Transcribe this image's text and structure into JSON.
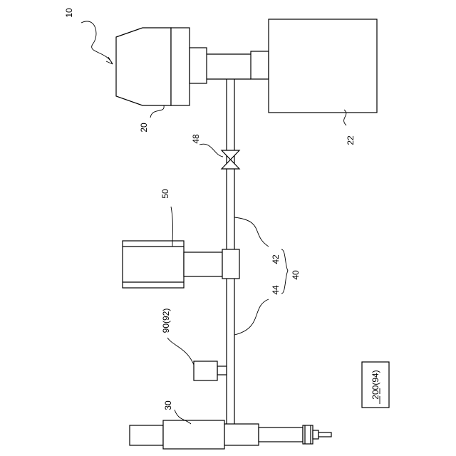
{
  "labels": {
    "system": "10",
    "engine": "20",
    "tank": "22",
    "injector": "30",
    "pipe_group": "40",
    "pipe_upper": "42",
    "pipe_lower": "44",
    "valve": "48",
    "pump": "50",
    "sensor": "90(92)",
    "controller": "200(94)"
  }
}
